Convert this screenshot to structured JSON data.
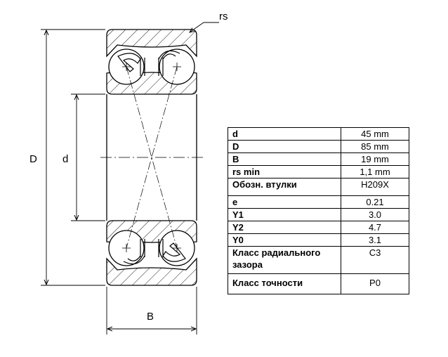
{
  "labels": {
    "D": "D",
    "d": "d",
    "B": "B",
    "rs": "rs"
  },
  "specs": [
    {
      "key": "d",
      "value": "45 mm"
    },
    {
      "key": "D",
      "value": "85 mm"
    },
    {
      "key": "B",
      "value": "19 mm"
    },
    {
      "key": "rs min",
      "value": "1,1 mm"
    },
    {
      "key": "Обозн. втулки",
      "value": "H209X"
    },
    {
      "key": "e",
      "value": "0.21"
    },
    {
      "key": "Y1",
      "value": "3.0"
    },
    {
      "key": "Y2",
      "value": "4.7"
    },
    {
      "key": "Y0",
      "value": "3.1"
    },
    {
      "key": "Класс радиального зазора",
      "value": "C3"
    },
    {
      "key": "Класс точности",
      "value": "P0"
    }
  ]
}
